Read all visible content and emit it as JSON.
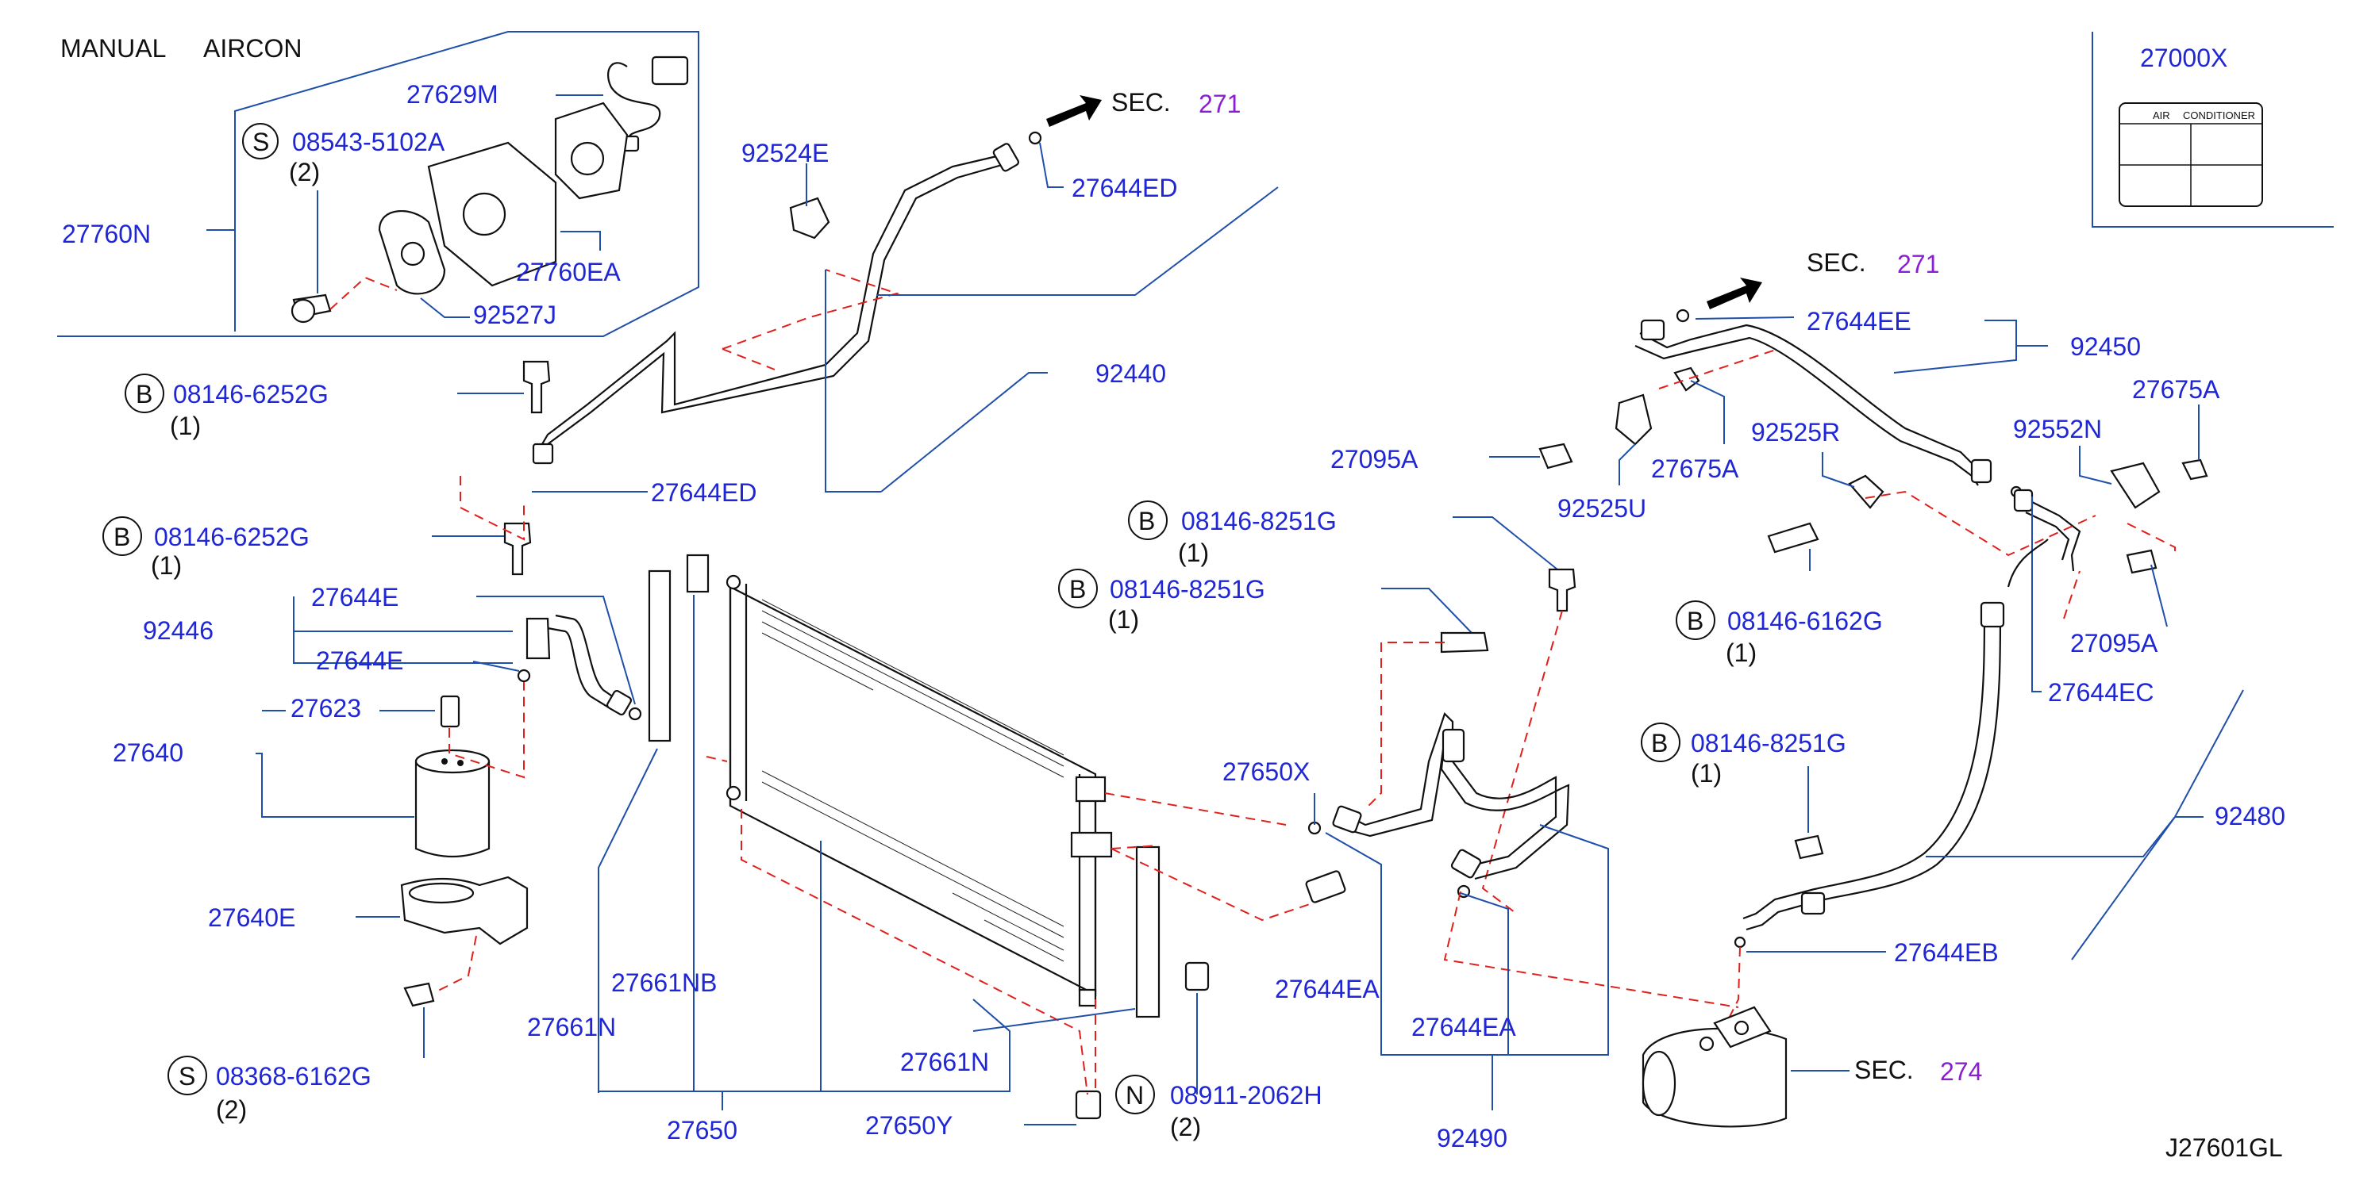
{
  "header": {
    "title_manual": "MANUAL",
    "title_aircon": "AIRCON"
  },
  "colors": {
    "label": "#1f26d6",
    "leader": "#1f4fa8",
    "dashed_ref": "#e0201c",
    "section_num": "#8a1fd0",
    "text": "#111111"
  },
  "inset_sensor": {
    "p27629M": "27629M",
    "bolt_symbol": "S",
    "bolt_code": "08543-5102A",
    "bolt_qty": "(2)",
    "p27760N": "27760N",
    "p27760EA": "27760EA",
    "p92527J": "92527J"
  },
  "inset_label": {
    "p27000X": "27000X",
    "plate_text_1": "AIR",
    "plate_text_2": "CONDITIONER"
  },
  "sections": {
    "sec_word": "SEC.",
    "sec271_a": "271",
    "sec271_b": "271",
    "sec274": "274"
  },
  "labels": {
    "p92524E": "92524E",
    "p27644ED_top": "27644ED",
    "p92440": "92440",
    "p27644ED_mid": "27644ED",
    "b1_symbol": "B",
    "b1_code": "08146-6252G",
    "b1_qty": "(1)",
    "b2_symbol": "B",
    "b2_code": "08146-6252G",
    "b2_qty": "(1)",
    "p27644E_a": "27644E",
    "p92446": "92446",
    "p27644E_b": "27644E",
    "p27623": "27623",
    "p27640": "27640",
    "p27640E": "27640E",
    "s2_symbol": "S",
    "s2_code": "08368-6162G",
    "s2_qty": "(2)",
    "p27661NB": "27661NB",
    "p27661N_left": "27661N",
    "p27661N_right": "27661N",
    "p27650": "27650",
    "p27650Y": "27650Y",
    "n_symbol": "N",
    "n_code": "08911-2062H",
    "n_qty": "(2)",
    "b3_symbol": "B",
    "b3_code": "08146-8251G",
    "b3_qty": "(1)",
    "b4_symbol": "B",
    "b4_code": "08146-8251G",
    "b4_qty": "(1)",
    "p27650X": "27650X",
    "p27644EA_a": "27644EA",
    "p27644EA_b": "27644EA",
    "p92490": "92490",
    "p27644EE": "27644EE",
    "p92450": "92450",
    "p27095A_left": "27095A",
    "p27675A_mid": "27675A",
    "p92525U": "92525U",
    "p92525R": "92525R",
    "p92552N": "92552N",
    "p27675A_right": "27675A",
    "p27095A_right": "27095A",
    "b5_symbol": "B",
    "b5_code": "08146-6162G",
    "b5_qty": "(1)",
    "p27644EC": "27644EC",
    "b6_symbol": "B",
    "b6_code": "08146-8251G",
    "b6_qty": "(1)",
    "p92480": "92480",
    "p27644EB": "27644EB",
    "diagram_id": "J27601GL"
  }
}
